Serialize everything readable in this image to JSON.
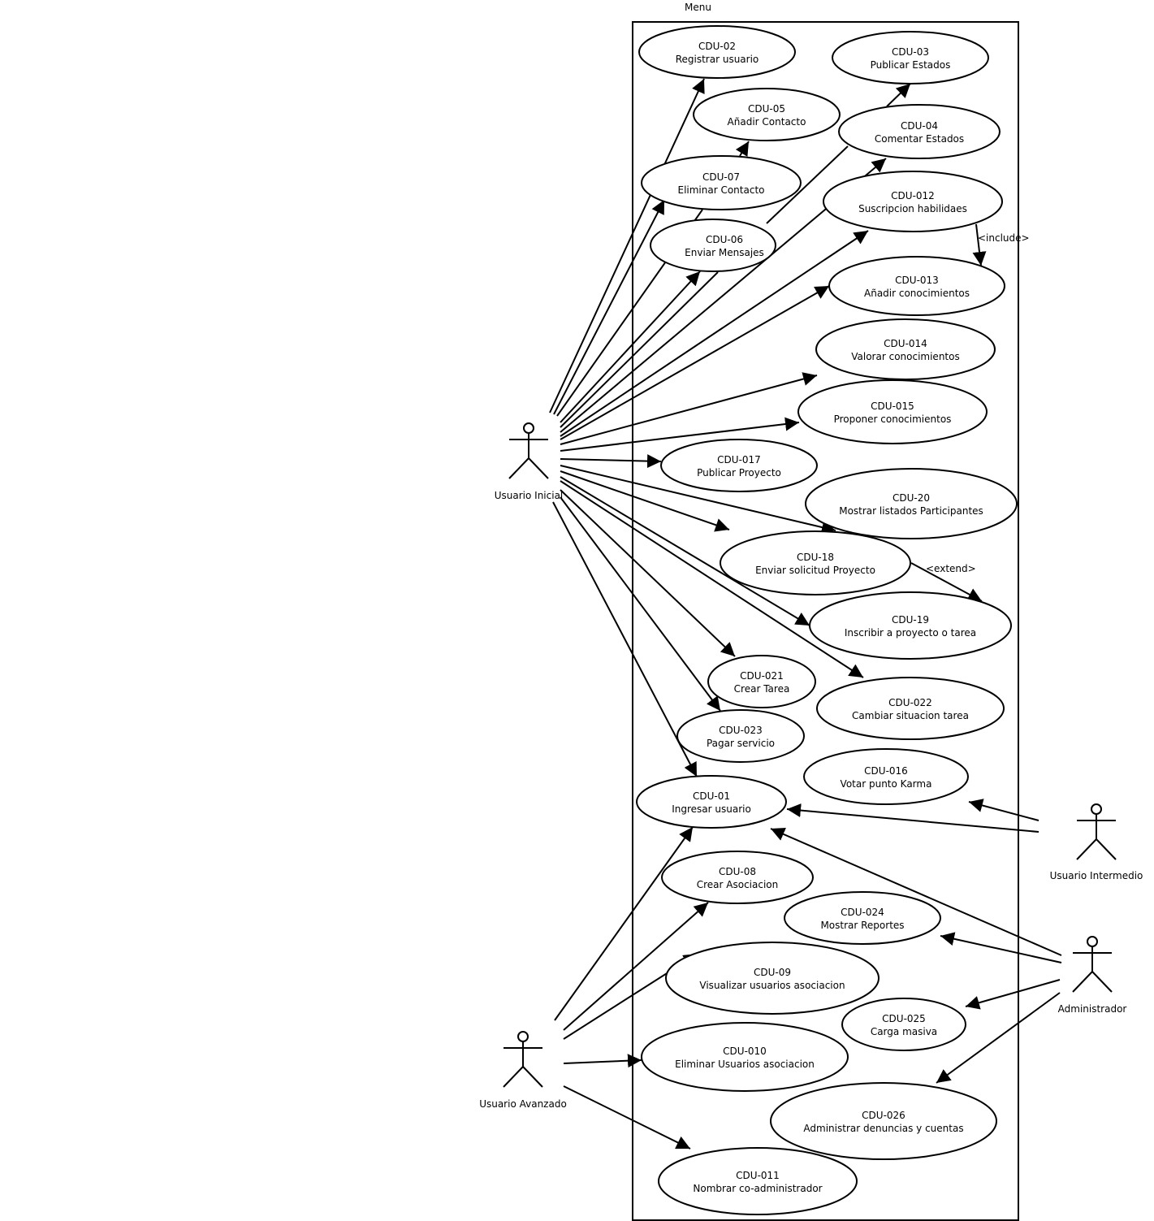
{
  "system_title": "Menu",
  "actors": {
    "inicial": "Usuario Inicial",
    "intermedio": "Usuario Intermedio",
    "avanzado": "Usuario Avanzado",
    "admin": "Administrador"
  },
  "usecases": {
    "cdu02": {
      "id": "CDU-02",
      "name": "Registrar usuario"
    },
    "cdu03": {
      "id": "CDU-03",
      "name": "Publicar Estados"
    },
    "cdu05": {
      "id": "CDU-05",
      "name": "Añadir Contacto"
    },
    "cdu04": {
      "id": "CDU-04",
      "name": "Comentar Estados"
    },
    "cdu07": {
      "id": "CDU-07",
      "name": "Eliminar Contacto"
    },
    "cdu012": {
      "id": "CDU-012",
      "name": "Suscripcion habilidaes"
    },
    "cdu06": {
      "id": "CDU-06",
      "name": "Enviar Mensajes"
    },
    "cdu013": {
      "id": "CDU-013",
      "name": "Añadir conocimientos"
    },
    "cdu014": {
      "id": "CDU-014",
      "name": "Valorar conocimientos"
    },
    "cdu015": {
      "id": "CDU-015",
      "name": "Proponer conocimientos"
    },
    "cdu017": {
      "id": "CDU-017",
      "name": "Publicar Proyecto"
    },
    "cdu20": {
      "id": "CDU-20",
      "name": "Mostrar listados Participantes"
    },
    "cdu18": {
      "id": "CDU-18",
      "name": "Enviar solicitud Proyecto"
    },
    "cdu19": {
      "id": "CDU-19",
      "name": "Inscribir a proyecto o tarea"
    },
    "cdu021": {
      "id": "CDU-021",
      "name": "Crear Tarea"
    },
    "cdu022": {
      "id": "CDU-022",
      "name": "Cambiar situacion tarea"
    },
    "cdu023": {
      "id": "CDU-023",
      "name": "Pagar servicio"
    },
    "cdu016": {
      "id": "CDU-016",
      "name": "Votar punto Karma"
    },
    "cdu01": {
      "id": "CDU-01",
      "name": "Ingresar usuario"
    },
    "cdu08": {
      "id": "CDU-08",
      "name": "Crear Asociacion"
    },
    "cdu024": {
      "id": "CDU-024",
      "name": "Mostrar Reportes"
    },
    "cdu09": {
      "id": "CDU-09",
      "name": "Visualizar usuarios asociacion"
    },
    "cdu025": {
      "id": "CDU-025",
      "name": "Carga masiva"
    },
    "cdu010": {
      "id": "CDU-010",
      "name": "Eliminar Usuarios asociacion"
    },
    "cdu026": {
      "id": "CDU-026",
      "name": "Administrar denuncias y cuentas"
    },
    "cdu011": {
      "id": "CDU-011",
      "name": "Nombrar co-administrador"
    }
  },
  "relations": {
    "include_label": "<include>",
    "extend_label": "<extend>"
  }
}
